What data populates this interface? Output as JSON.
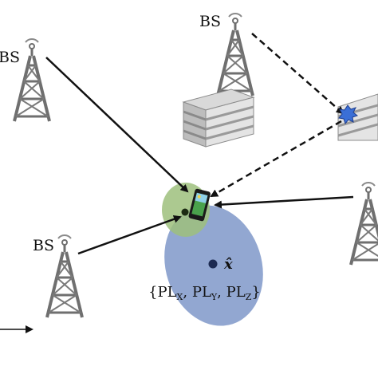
{
  "labels": {
    "bs_top": "BS",
    "bs_left": "BS",
    "bs_bottom": "BS"
  },
  "estimate": {
    "symbol": "x̂"
  },
  "pathloss_set": {
    "open": "{",
    "pl1": "PL",
    "sub1": "X",
    "comma1": ", ",
    "pl2": "PL",
    "sub2": "Y",
    "comma2": ", ",
    "pl3": "PL",
    "sub3": "Z",
    "close": "}"
  },
  "colors": {
    "uncertainty_region": "#7f98c9",
    "user_region": "#9ebf7c",
    "tower": "#6f6f6f",
    "building": "#9a9a9a",
    "blocker": "#3b6fd6",
    "phone_screen": "#4aa24c"
  }
}
